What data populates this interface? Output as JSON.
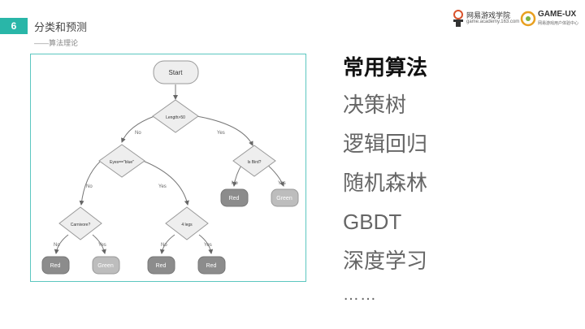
{
  "header": {
    "slide_number": "6",
    "section_title": "分类和预测",
    "section_subtitle": "——算法理论",
    "logo1_line1": "网易游戏学院",
    "logo1_line2": "game.academy.163.com",
    "logo2_title": "GAME-UX",
    "logo2_sub": "网易游戏用户体验中心",
    "accent_color": "#29b6a8"
  },
  "tree": {
    "start": "Start",
    "root": "Length>50",
    "root_no": "No",
    "root_yes": "Yes",
    "eyes": "Eyes==\"blue\"",
    "eyes_no": "No",
    "eyes_yes": "Yes",
    "bird": "Is Bird?",
    "bird_no": "No",
    "bird_yes": "Yes",
    "bird_no_leaf": "Red",
    "bird_yes_leaf": "Green",
    "carn": "Carnivore?",
    "carn_no": "No",
    "carn_yes": "Yes",
    "carn_no_leaf": "Red",
    "carn_yes_leaf": "Green",
    "legs": "4 legs",
    "legs_no": "No",
    "legs_yes": "Yes",
    "legs_no_leaf": "Red",
    "legs_yes_leaf": "Red"
  },
  "list": {
    "heading": "常用算法",
    "items": [
      "决策树",
      "逻辑回归",
      "随机森林",
      "GBDT",
      "深度学习"
    ],
    "ellipsis": "……"
  }
}
